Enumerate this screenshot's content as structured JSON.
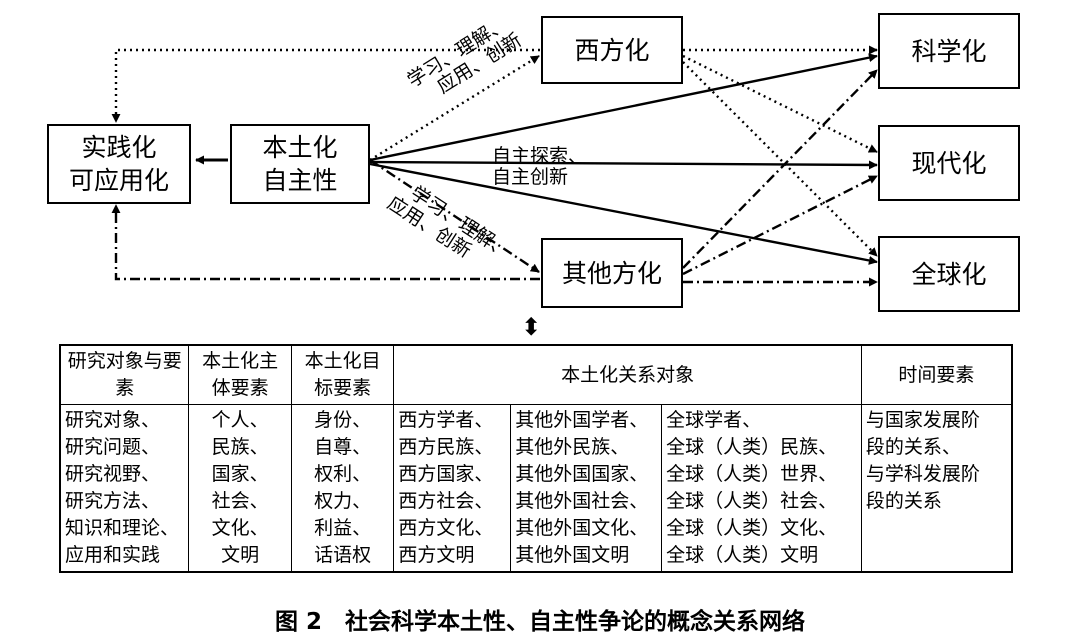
{
  "diagram": {
    "nodes": {
      "practical": [
        "实践化",
        "可应用化"
      ],
      "indigenous": [
        "本土化",
        "自主性"
      ],
      "western": "西方化",
      "other": "其他方化",
      "science": "科学化",
      "modern": "现代化",
      "global": "全球化"
    },
    "labels": {
      "upper_learn": [
        "学习、理解、",
        "应用、创新"
      ],
      "middle": [
        "自主探索、",
        "自主创新"
      ],
      "lower_learn": [
        "学习、理解、",
        "应用、创新"
      ]
    },
    "double_arrow": "⬍"
  },
  "table": {
    "headers": [
      "研究对象与要素",
      "本土化主体要素",
      "本土化目标要素",
      "本土化关系对象",
      "时间要素"
    ],
    "cols": [
      [
        "研究对象、",
        "研究问题、",
        "研究视野、",
        "研究方法、",
        "知识和理论、",
        "应用和实践"
      ],
      [
        "个人、",
        "民族、",
        "国家、",
        "社会、",
        "文化、",
        "文明"
      ],
      [
        "身份、",
        "自尊、",
        "权利、",
        "权力、",
        "利益、",
        "话语权"
      ],
      [
        "西方学者、",
        "西方民族、",
        "西方国家、",
        "西方社会、",
        "西方文化、",
        "西方文明"
      ],
      [
        "其他外国学者、",
        "其他外民族、",
        "其他外国国家、",
        "其他外国社会、",
        "其他外国文化、",
        "其他外国文明"
      ],
      [
        "全球学者、",
        "全球（人类）民族、",
        "全球（人类）世界、",
        "全球（人类）社会、",
        "全球（人类）文化、",
        "全球（人类）文明"
      ],
      [
        "与国家发展阶",
        "段的关系、",
        "与学科发展阶",
        "段的关系"
      ]
    ]
  },
  "caption": "图 2　社会科学本土性、自主性争论的概念关系网络"
}
